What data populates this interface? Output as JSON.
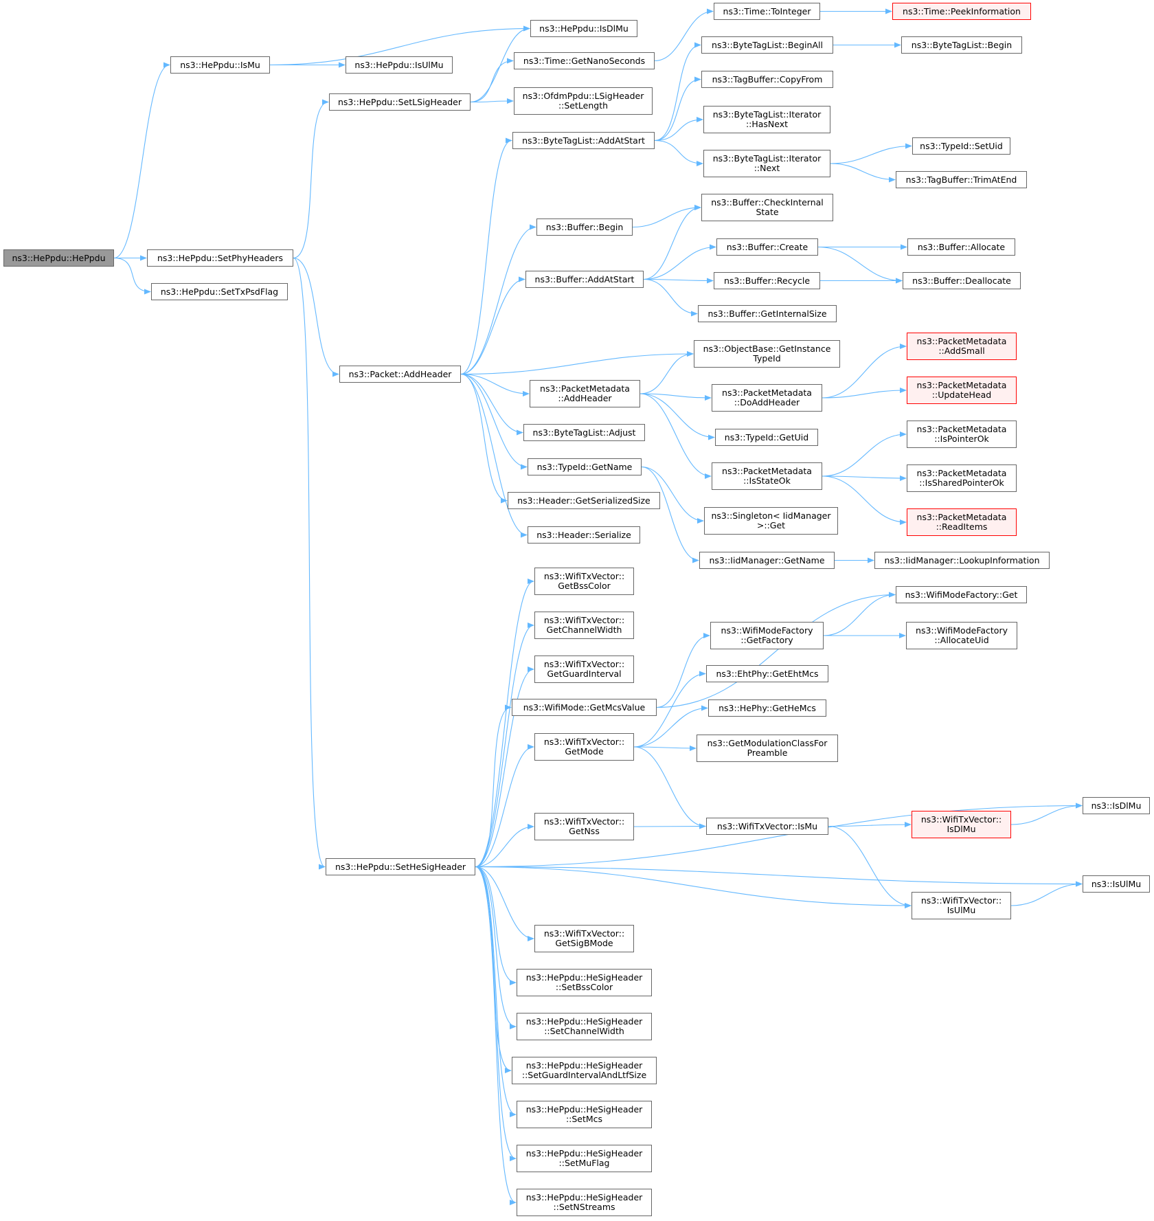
{
  "colors": {
    "edge": "#63b8ff",
    "node_border": "#666666",
    "root_fill": "#999999",
    "truncated_border": "#ff0000",
    "truncated_fill": "#fff0f0"
  },
  "nodes": [
    {
      "id": "HePpdu_HePpdu",
      "lines": [
        "ns3::HePpdu::HePpdu"
      ],
      "kind": "root"
    },
    {
      "id": "HePpdu_IsMu",
      "lines": [
        "ns3::HePpdu::IsMu"
      ]
    },
    {
      "id": "HePpdu_SetPhyHeaders",
      "lines": [
        "ns3::HePpdu::SetPhyHeaders"
      ]
    },
    {
      "id": "HePpdu_SetTxPsdFlag",
      "lines": [
        "ns3::HePpdu::SetTxPsdFlag"
      ]
    },
    {
      "id": "HePpdu_IsDlMu",
      "lines": [
        "ns3::HePpdu::IsDlMu"
      ]
    },
    {
      "id": "HePpdu_IsUlMu",
      "lines": [
        "ns3::HePpdu::IsUlMu"
      ]
    },
    {
      "id": "HePpdu_SetLSigHeader",
      "lines": [
        "ns3::HePpdu::SetLSigHeader"
      ]
    },
    {
      "id": "Packet_AddHeader",
      "lines": [
        "ns3::Packet::AddHeader"
      ]
    },
    {
      "id": "HePpdu_SetHeSigHeader",
      "lines": [
        "ns3::HePpdu::SetHeSigHeader"
      ]
    },
    {
      "id": "Time_GetNanoSeconds",
      "lines": [
        "ns3::Time::GetNanoSeconds"
      ]
    },
    {
      "id": "OfdmPpdu_SetLength",
      "lines": [
        "ns3::OfdmPpdu::LSigHeader",
        "::SetLength"
      ]
    },
    {
      "id": "ByteTagList_AddAtStart",
      "lines": [
        "ns3::ByteTagList::AddAtStart"
      ]
    },
    {
      "id": "Buffer_Begin",
      "lines": [
        "ns3::Buffer::Begin"
      ]
    },
    {
      "id": "Buffer_AddAtStart",
      "lines": [
        "ns3::Buffer::AddAtStart"
      ]
    },
    {
      "id": "PacketMetadata_AddHeader",
      "lines": [
        "ns3::PacketMetadata",
        "::AddHeader"
      ]
    },
    {
      "id": "ByteTagList_Adjust",
      "lines": [
        "ns3::ByteTagList::Adjust"
      ]
    },
    {
      "id": "TypeId_GetName",
      "lines": [
        "ns3::TypeId::GetName"
      ]
    },
    {
      "id": "Header_GetSerializedSize",
      "lines": [
        "ns3::Header::GetSerializedSize"
      ]
    },
    {
      "id": "Header_Serialize",
      "lines": [
        "ns3::Header::Serialize"
      ]
    },
    {
      "id": "WTV_GetBssColor",
      "lines": [
        "ns3::WifiTxVector::",
        "GetBssColor"
      ]
    },
    {
      "id": "WTV_GetChannelWidth",
      "lines": [
        "ns3::WifiTxVector::",
        "GetChannelWidth"
      ]
    },
    {
      "id": "WTV_GetGuardInterval",
      "lines": [
        "ns3::WifiTxVector::",
        "GetGuardInterval"
      ]
    },
    {
      "id": "WifiMode_GetMcsValue",
      "lines": [
        "ns3::WifiMode::GetMcsValue"
      ]
    },
    {
      "id": "WTV_GetMode",
      "lines": [
        "ns3::WifiTxVector::",
        "GetMode"
      ]
    },
    {
      "id": "WTV_GetNss",
      "lines": [
        "ns3::WifiTxVector::",
        "GetNss"
      ]
    },
    {
      "id": "WTV_GetSigBMode",
      "lines": [
        "ns3::WifiTxVector::",
        "GetSigBMode"
      ]
    },
    {
      "id": "HSH_SetBssColor",
      "lines": [
        "ns3::HePpdu::HeSigHeader",
        "::SetBssColor"
      ]
    },
    {
      "id": "HSH_SetChannelWidth",
      "lines": [
        "ns3::HePpdu::HeSigHeader",
        "::SetChannelWidth"
      ]
    },
    {
      "id": "HSH_SetGuardInterval",
      "lines": [
        "ns3::HePpdu::HeSigHeader",
        "::SetGuardIntervalAndLtfSize"
      ]
    },
    {
      "id": "HSH_SetMcs",
      "lines": [
        "ns3::HePpdu::HeSigHeader",
        "::SetMcs"
      ]
    },
    {
      "id": "HSH_SetMuFlag",
      "lines": [
        "ns3::HePpdu::HeSigHeader",
        "::SetMuFlag"
      ]
    },
    {
      "id": "HSH_SetNStreams",
      "lines": [
        "ns3::HePpdu::HeSigHeader",
        "::SetNStreams"
      ]
    },
    {
      "id": "Time_ToInteger",
      "lines": [
        "ns3::Time::ToInteger"
      ]
    },
    {
      "id": "BTL_BeginAll",
      "lines": [
        "ns3::ByteTagList::BeginAll"
      ]
    },
    {
      "id": "TagBuffer_CopyFrom",
      "lines": [
        "ns3::TagBuffer::CopyFrom"
      ]
    },
    {
      "id": "BTL_Iter_HasNext",
      "lines": [
        "ns3::ByteTagList::Iterator",
        "::HasNext"
      ]
    },
    {
      "id": "BTL_Iter_Next",
      "lines": [
        "ns3::ByteTagList::Iterator",
        "::Next"
      ]
    },
    {
      "id": "Buffer_CheckInternalState",
      "lines": [
        "ns3::Buffer::CheckInternal",
        "State"
      ]
    },
    {
      "id": "Buffer_Create",
      "lines": [
        "ns3::Buffer::Create"
      ]
    },
    {
      "id": "Buffer_Recycle",
      "lines": [
        "ns3::Buffer::Recycle"
      ]
    },
    {
      "id": "Buffer_GetInternalSize",
      "lines": [
        "ns3::Buffer::GetInternalSize"
      ]
    },
    {
      "id": "ObjectBase_GetInstanceTypeId",
      "lines": [
        "ns3::ObjectBase::GetInstance",
        "TypeId"
      ]
    },
    {
      "id": "PM_DoAddHeader",
      "lines": [
        "ns3::PacketMetadata",
        "::DoAddHeader"
      ]
    },
    {
      "id": "TypeId_GetUid",
      "lines": [
        "ns3::TypeId::GetUid"
      ]
    },
    {
      "id": "PM_IsStateOk",
      "lines": [
        "ns3::PacketMetadata",
        "::IsStateOk"
      ]
    },
    {
      "id": "Singleton_Get",
      "lines": [
        "ns3::Singleton< IidManager",
        ">::Get"
      ]
    },
    {
      "id": "IidManager_GetName",
      "lines": [
        "ns3::IidManager::GetName"
      ]
    },
    {
      "id": "WMF_GetFactory",
      "lines": [
        "ns3::WifiModeFactory",
        "::GetFactory"
      ]
    },
    {
      "id": "EhtPhy_GetEhtMcs",
      "lines": [
        "ns3::EhtPhy::GetEhtMcs"
      ]
    },
    {
      "id": "HePhy_GetHeMcs",
      "lines": [
        "ns3::HePhy::GetHeMcs"
      ]
    },
    {
      "id": "GetModulationClassForPreamble",
      "lines": [
        "ns3::GetModulationClassFor",
        "Preamble"
      ]
    },
    {
      "id": "WTV_IsMu",
      "lines": [
        "ns3::WifiTxVector::IsMu"
      ]
    },
    {
      "id": "WTV_IsUlMu",
      "lines": [
        "ns3::WifiTxVector::",
        "IsUlMu"
      ]
    },
    {
      "id": "Time_PeekInformation",
      "lines": [
        "ns3::Time::PeekInformation"
      ],
      "kind": "red"
    },
    {
      "id": "BTL_Begin",
      "lines": [
        "ns3::ByteTagList::Begin"
      ]
    },
    {
      "id": "TypeId_SetUid",
      "lines": [
        "ns3::TypeId::SetUid"
      ]
    },
    {
      "id": "TagBuffer_TrimAtEnd",
      "lines": [
        "ns3::TagBuffer::TrimAtEnd"
      ]
    },
    {
      "id": "Buffer_Allocate",
      "lines": [
        "ns3::Buffer::Allocate"
      ]
    },
    {
      "id": "Buffer_Deallocate",
      "lines": [
        "ns3::Buffer::Deallocate"
      ]
    },
    {
      "id": "PM_AddSmall",
      "lines": [
        "ns3::PacketMetadata",
        "::AddSmall"
      ],
      "kind": "red"
    },
    {
      "id": "PM_UpdateHead",
      "lines": [
        "ns3::PacketMetadata",
        "::UpdateHead"
      ],
      "kind": "red"
    },
    {
      "id": "PM_IsPointerOk",
      "lines": [
        "ns3::PacketMetadata",
        "::IsPointerOk"
      ]
    },
    {
      "id": "PM_IsSharedPointerOk",
      "lines": [
        "ns3::PacketMetadata",
        "::IsSharedPointerOk"
      ]
    },
    {
      "id": "PM_ReadItems",
      "lines": [
        "ns3::PacketMetadata",
        "::ReadItems"
      ],
      "kind": "red"
    },
    {
      "id": "IidManager_LookupInformation",
      "lines": [
        "ns3::IidManager::LookupInformation"
      ]
    },
    {
      "id": "WMF_Get",
      "lines": [
        "ns3::WifiModeFactory::Get"
      ]
    },
    {
      "id": "WMF_AllocateUid",
      "lines": [
        "ns3::WifiModeFactory",
        "::AllocateUid"
      ]
    },
    {
      "id": "WTV_IsDlMu",
      "lines": [
        "ns3::WifiTxVector::",
        "IsDlMu"
      ],
      "kind": "red"
    },
    {
      "id": "IsDlMu",
      "lines": [
        "ns3::IsDlMu"
      ]
    },
    {
      "id": "IsUlMu",
      "lines": [
        "ns3::IsUlMu"
      ]
    }
  ],
  "edges": [
    [
      "HePpdu_HePpdu",
      "HePpdu_IsMu"
    ],
    [
      "HePpdu_HePpdu",
      "HePpdu_SetPhyHeaders"
    ],
    [
      "HePpdu_HePpdu",
      "HePpdu_SetTxPsdFlag"
    ],
    [
      "HePpdu_IsMu",
      "HePpdu_IsDlMu"
    ],
    [
      "HePpdu_IsMu",
      "HePpdu_IsUlMu"
    ],
    [
      "HePpdu_SetPhyHeaders",
      "HePpdu_SetLSigHeader"
    ],
    [
      "HePpdu_SetPhyHeaders",
      "Packet_AddHeader"
    ],
    [
      "HePpdu_SetPhyHeaders",
      "HePpdu_SetHeSigHeader"
    ],
    [
      "HePpdu_SetLSigHeader",
      "HePpdu_IsDlMu"
    ],
    [
      "HePpdu_SetLSigHeader",
      "Time_GetNanoSeconds"
    ],
    [
      "HePpdu_SetLSigHeader",
      "OfdmPpdu_SetLength"
    ],
    [
      "Time_GetNanoSeconds",
      "Time_ToInteger"
    ],
    [
      "Time_ToInteger",
      "Time_PeekInformation"
    ],
    [
      "Packet_AddHeader",
      "ByteTagList_AddAtStart"
    ],
    [
      "Packet_AddHeader",
      "Buffer_Begin"
    ],
    [
      "Packet_AddHeader",
      "Buffer_AddAtStart"
    ],
    [
      "Packet_AddHeader",
      "ObjectBase_GetInstanceTypeId"
    ],
    [
      "Packet_AddHeader",
      "PacketMetadata_AddHeader"
    ],
    [
      "Packet_AddHeader",
      "ByteTagList_Adjust"
    ],
    [
      "Packet_AddHeader",
      "TypeId_GetName"
    ],
    [
      "Packet_AddHeader",
      "Header_GetSerializedSize"
    ],
    [
      "Packet_AddHeader",
      "Header_Serialize"
    ],
    [
      "ByteTagList_AddAtStart",
      "BTL_BeginAll"
    ],
    [
      "ByteTagList_AddAtStart",
      "TagBuffer_CopyFrom"
    ],
    [
      "ByteTagList_AddAtStart",
      "BTL_Iter_HasNext"
    ],
    [
      "ByteTagList_AddAtStart",
      "BTL_Iter_Next"
    ],
    [
      "BTL_BeginAll",
      "BTL_Begin"
    ],
    [
      "BTL_Iter_Next",
      "TypeId_SetUid"
    ],
    [
      "BTL_Iter_Next",
      "TagBuffer_TrimAtEnd"
    ],
    [
      "Buffer_Begin",
      "Buffer_CheckInternalState"
    ],
    [
      "Buffer_AddAtStart",
      "Buffer_CheckInternalState"
    ],
    [
      "Buffer_AddAtStart",
      "Buffer_Create"
    ],
    [
      "Buffer_AddAtStart",
      "Buffer_Recycle"
    ],
    [
      "Buffer_AddAtStart",
      "Buffer_GetInternalSize"
    ],
    [
      "Buffer_Create",
      "Buffer_Allocate"
    ],
    [
      "Buffer_Create",
      "Buffer_Deallocate"
    ],
    [
      "Buffer_Recycle",
      "Buffer_Deallocate"
    ],
    [
      "PacketMetadata_AddHeader",
      "ObjectBase_GetInstanceTypeId"
    ],
    [
      "PacketMetadata_AddHeader",
      "PM_DoAddHeader"
    ],
    [
      "PacketMetadata_AddHeader",
      "TypeId_GetUid"
    ],
    [
      "PacketMetadata_AddHeader",
      "PM_IsStateOk"
    ],
    [
      "PM_DoAddHeader",
      "PM_AddSmall"
    ],
    [
      "PM_DoAddHeader",
      "PM_UpdateHead"
    ],
    [
      "PM_IsStateOk",
      "PM_IsPointerOk"
    ],
    [
      "PM_IsStateOk",
      "PM_IsSharedPointerOk"
    ],
    [
      "PM_IsStateOk",
      "PM_ReadItems"
    ],
    [
      "TypeId_GetName",
      "Singleton_Get"
    ],
    [
      "TypeId_GetName",
      "IidManager_GetName"
    ],
    [
      "IidManager_GetName",
      "IidManager_LookupInformation"
    ],
    [
      "HePpdu_SetHeSigHeader",
      "WTV_GetBssColor"
    ],
    [
      "HePpdu_SetHeSigHeader",
      "WTV_GetChannelWidth"
    ],
    [
      "HePpdu_SetHeSigHeader",
      "WTV_GetGuardInterval"
    ],
    [
      "HePpdu_SetHeSigHeader",
      "WifiMode_GetMcsValue"
    ],
    [
      "HePpdu_SetHeSigHeader",
      "WTV_GetMode"
    ],
    [
      "HePpdu_SetHeSigHeader",
      "IsDlMu"
    ],
    [
      "HePpdu_SetHeSigHeader",
      "WTV_GetNss"
    ],
    [
      "HePpdu_SetHeSigHeader",
      "IsUlMu"
    ],
    [
      "HePpdu_SetHeSigHeader",
      "WTV_IsUlMu"
    ],
    [
      "HePpdu_SetHeSigHeader",
      "WTV_GetSigBMode"
    ],
    [
      "HePpdu_SetHeSigHeader",
      "HSH_SetBssColor"
    ],
    [
      "HePpdu_SetHeSigHeader",
      "HSH_SetChannelWidth"
    ],
    [
      "HePpdu_SetHeSigHeader",
      "HSH_SetGuardInterval"
    ],
    [
      "HePpdu_SetHeSigHeader",
      "HSH_SetMcs"
    ],
    [
      "HePpdu_SetHeSigHeader",
      "HSH_SetMuFlag"
    ],
    [
      "HePpdu_SetHeSigHeader",
      "HSH_SetNStreams"
    ],
    [
      "WifiMode_GetMcsValue",
      "WMF_Get"
    ],
    [
      "WifiMode_GetMcsValue",
      "WMF_GetFactory"
    ],
    [
      "WMF_GetFactory",
      "WMF_Get"
    ],
    [
      "WMF_GetFactory",
      "WMF_AllocateUid"
    ],
    [
      "WTV_GetMode",
      "EhtPhy_GetEhtMcs"
    ],
    [
      "WTV_GetMode",
      "HePhy_GetHeMcs"
    ],
    [
      "WTV_GetMode",
      "GetModulationClassForPreamble"
    ],
    [
      "WTV_GetMode",
      "WTV_IsMu"
    ],
    [
      "WTV_GetNss",
      "WTV_IsMu"
    ],
    [
      "WTV_IsMu",
      "WTV_IsDlMu"
    ],
    [
      "WTV_IsMu",
      "WTV_IsUlMu"
    ],
    [
      "WTV_IsDlMu",
      "IsDlMu"
    ],
    [
      "WTV_IsUlMu",
      "IsUlMu"
    ]
  ]
}
